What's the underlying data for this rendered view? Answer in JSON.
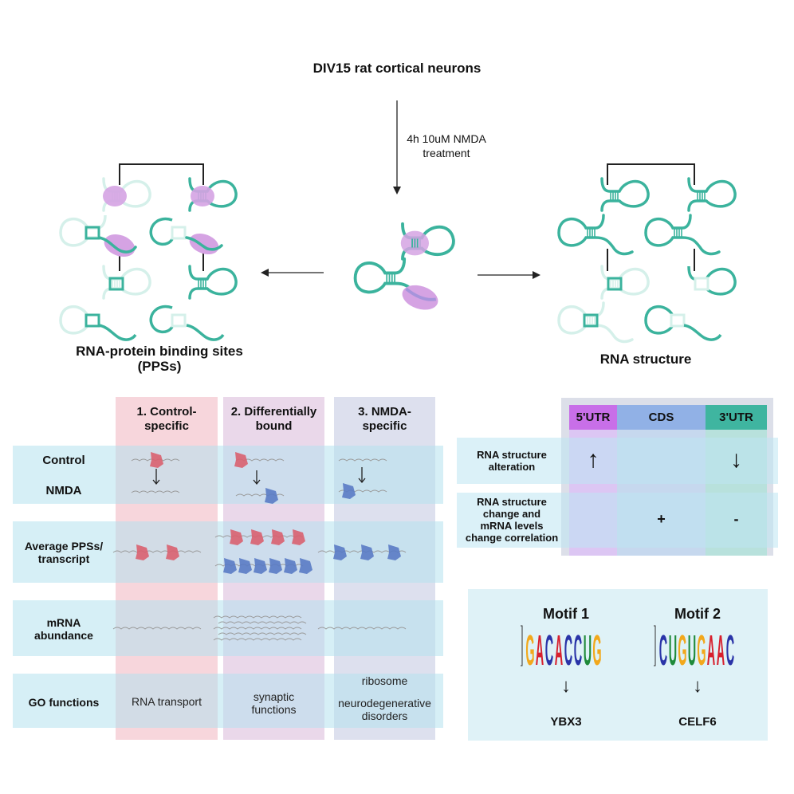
{
  "top": {
    "title": "DIV15 rat cortical neurons",
    "treatment_line1": "4h 10uM NMDA",
    "treatment_line2": "treatment"
  },
  "left_panel": {
    "title_line1": "RNA-protein binding sites",
    "title_line2": "(PPSs)"
  },
  "right_panel": {
    "title": "RNA structure"
  },
  "pps_table": {
    "columns": [
      {
        "line1": "1. Control-",
        "line2": "specific",
        "color": "#f3c6cf"
      },
      {
        "line1": "2. Differentially",
        "line2": "bound",
        "color": "#e3c9e3"
      },
      {
        "line1": "3. NMDA-",
        "line2": "specific",
        "color": "#ccd3e8"
      }
    ],
    "row_color": "#cfeef4",
    "rows": [
      {
        "label_line1": "Control",
        "label_line2": "NMDA"
      },
      {
        "label_line1": "Average PPSs/",
        "label_line2": "transcript"
      },
      {
        "label_line1": "mRNA",
        "label_line2": "abundance"
      },
      {
        "label_line1": "GO functions",
        "label_line2": ""
      }
    ],
    "go_functions": {
      "col1": "RNA transport",
      "col2_line1": "synaptic",
      "col2_line2": "functions",
      "col3_line1": "ribosome",
      "col3_line2": "neurodegenerative",
      "col3_line3": "disorders"
    },
    "avg_pps": {
      "col1_red": 2,
      "col2_red": 4,
      "col2_blue": 6,
      "col3_blue": 3
    },
    "mrna_lines": {
      "col1": 1,
      "col2": 5,
      "col3": 1
    },
    "protein_colors": {
      "control": "#d9606f",
      "nmda": "#5a7bc4"
    }
  },
  "structure_table": {
    "headers": [
      {
        "label": "5'UTR",
        "color": "#c86fe8"
      },
      {
        "label": "CDS",
        "color": "#91b1e6"
      },
      {
        "label": "3'UTR",
        "color": "#3fb5a0"
      }
    ],
    "rows": [
      {
        "label_line1": "RNA structure",
        "label_line2": "alteration",
        "label_line3": "",
        "label_line4": "",
        "cells": [
          "↑",
          "",
          "↓"
        ]
      },
      {
        "label_line1": "RNA structure",
        "label_line2": "change and",
        "label_line3": "mRNA levels",
        "label_line4": "change correlation",
        "cells": [
          "",
          "+",
          "-"
        ]
      }
    ]
  },
  "motifs": [
    {
      "title": "Motif 1",
      "sequence": "GACACCUG",
      "protein": "YBX3",
      "arrow": "↓"
    },
    {
      "title": "Motif 2",
      "sequence": "CUGUGAAC",
      "protein": "CELF6",
      "arrow": "↓"
    }
  ],
  "nucleotide_colors": {
    "A": "#d7202e",
    "C": "#2a34a8",
    "G": "#f2a81c",
    "U": "#1f8a3a"
  },
  "colors": {
    "rna": "#3bb39d",
    "rna_faded": "#d5f0ea",
    "protein_halo": "#d5a3e3",
    "motif_bg": "#dff2f7"
  }
}
